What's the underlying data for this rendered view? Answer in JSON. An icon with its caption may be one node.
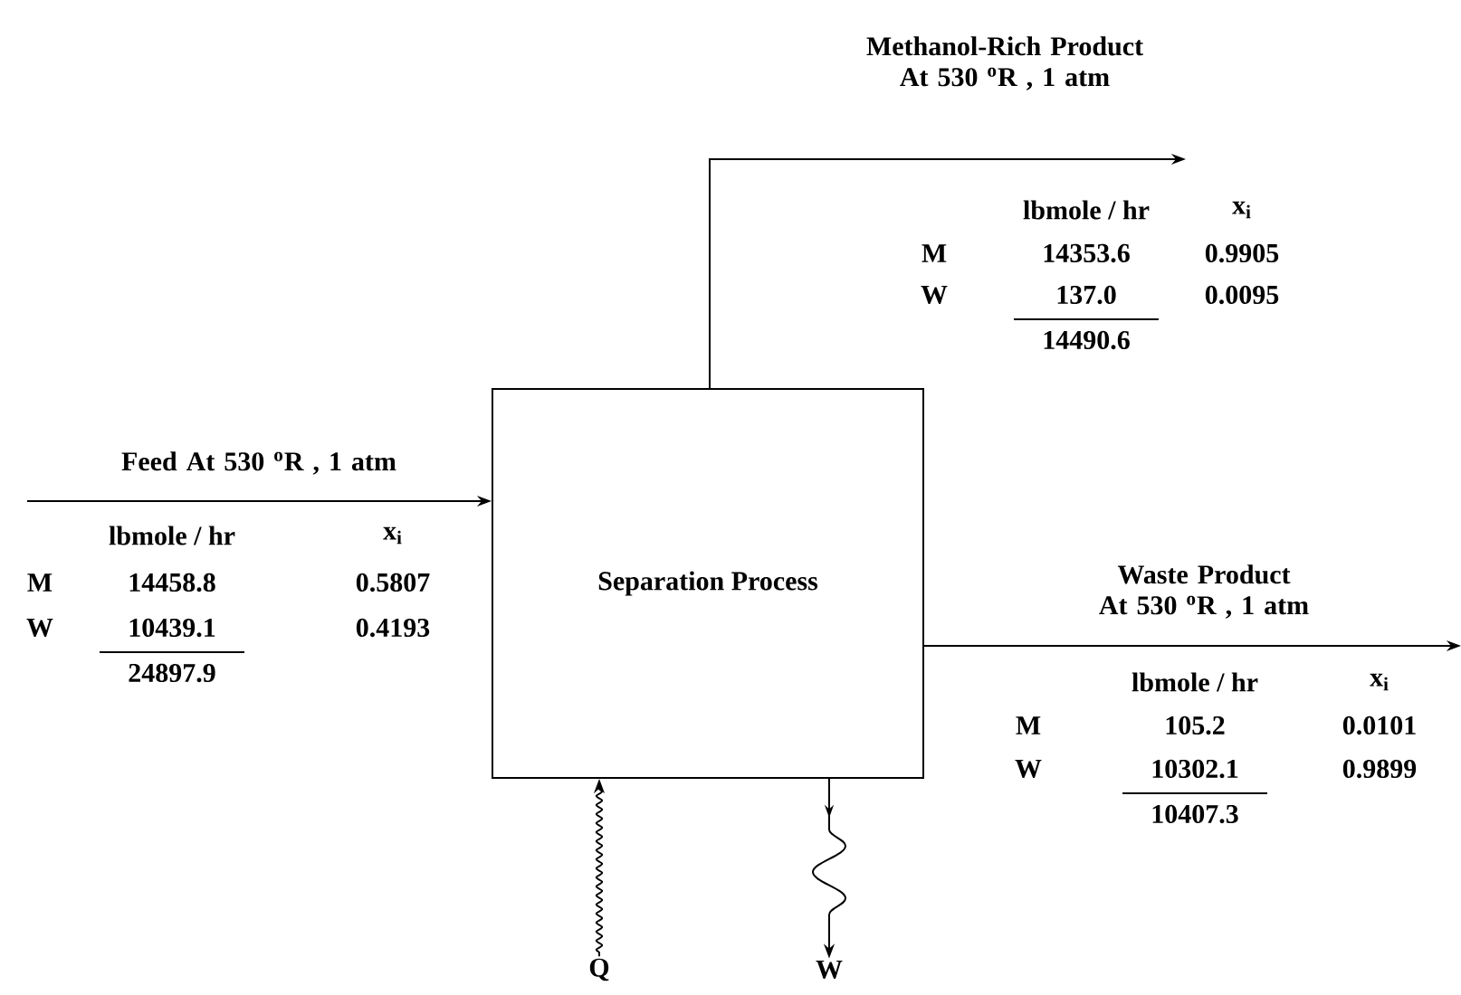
{
  "diagram": {
    "nodes": [
      {
        "text": [
          "Separation Process"
        ]
      },
      {
        "text": [
          "Q"
        ]
      },
      {
        "text": [
          "W"
        ]
      }
    ],
    "edges": [
      {
        "from": null,
        "to": 0,
        "arrow": "to",
        "label": "Feed At 530 $^{o}$R , 1 atm"
      },
      {
        "from": 0,
        "to": null,
        "arrow": "to",
        "label": "Methanol-Rich Product At 530 $^{o}$R , 1 atm"
      },
      {
        "from": 0,
        "to": null,
        "arrow": "to",
        "label": "Waste Product At 530 $^{o}$R , 1 atm"
      },
      {
        "from": 1,
        "to": 0,
        "arrow": "to"
      },
      {
        "from": 0,
        "to": 2,
        "arrow": "to"
      }
    ],
    "labels": [
      "lbmole / hr",
      "x$_{i}$",
      "M",
      "14458.8",
      "0.5807",
      "W",
      "10439.1",
      "0.4193",
      "24897.9",
      "lbmole / hr",
      "x$_{i}$",
      "M",
      "14353.6",
      "0.9905",
      "W",
      "137.0",
      "0.0095",
      "14490.6",
      "lbmole / hr",
      "x$_{i}$",
      "M",
      "105.2",
      "0.0101",
      "W",
      "10302.1",
      "0.9899",
      "10407.3"
    ]
  }
}
